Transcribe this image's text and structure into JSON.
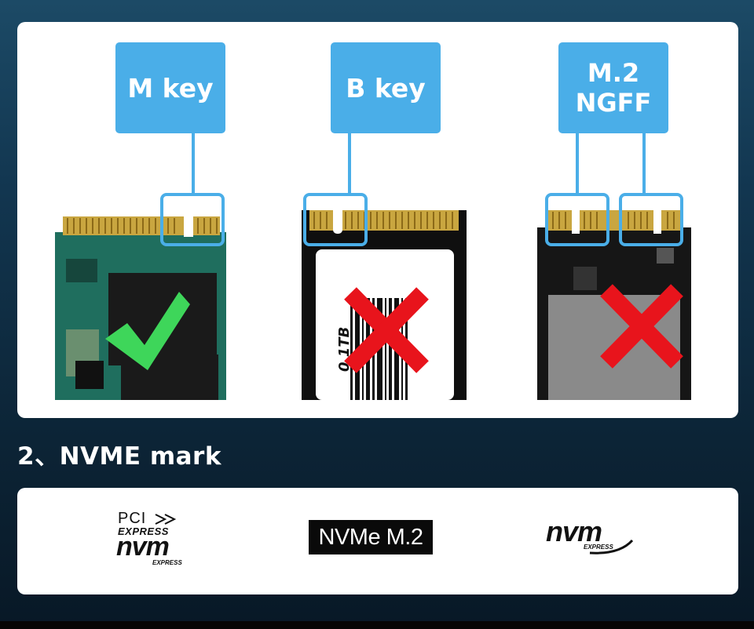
{
  "keys": {
    "m_key": "M key",
    "b_key": "B key",
    "ngff_line1": "M.2",
    "ngff_line2": "NGFF"
  },
  "ssd_b_label": "0 1TB",
  "section_title": "2、NVME mark",
  "logos": {
    "pci_line1": "PCI",
    "pci_line2": "EXPRESS",
    "pci_line3": "nvm",
    "pci_line4": "EXPRESS",
    "nvme_m2": "NVMe M.2",
    "nvm_main": "nvm",
    "nvm_sub": "EXPRESS"
  },
  "colors": {
    "label_blue": "#4aaee8",
    "check_green": "#3ed65a",
    "cross_red": "#e8141c"
  }
}
